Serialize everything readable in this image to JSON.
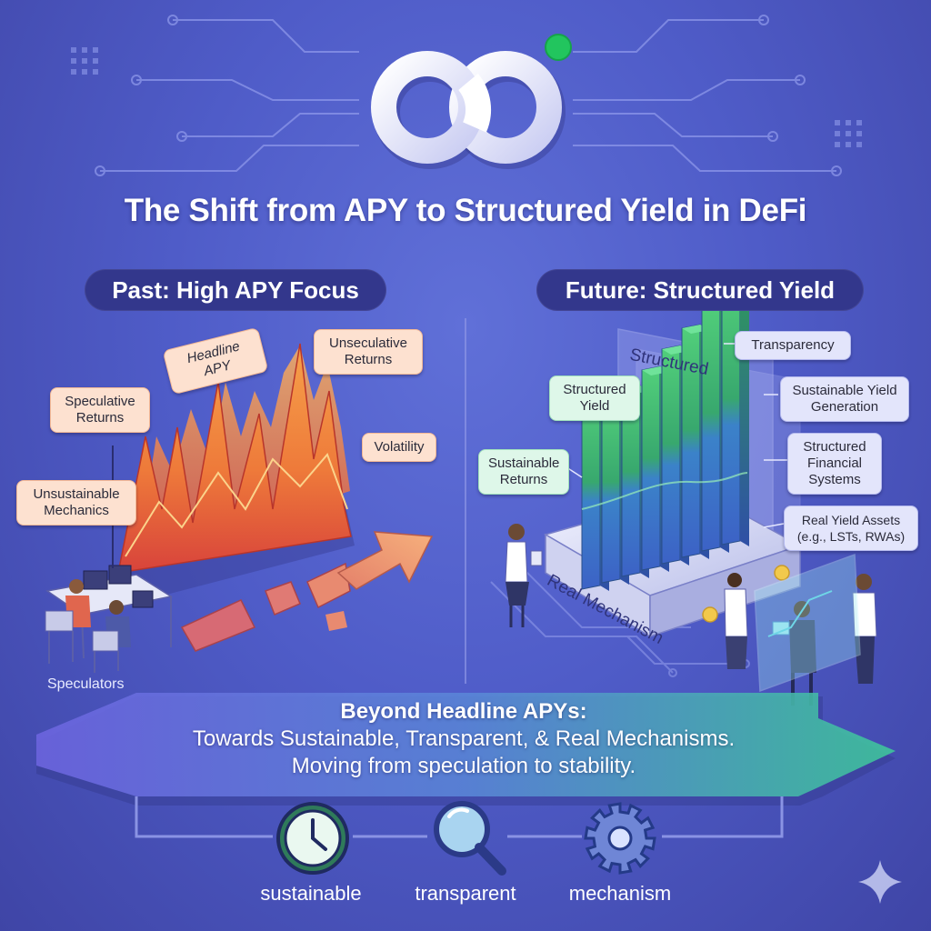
{
  "title": "The Shift from APY to Structured Yield in DeFi",
  "past": {
    "heading": "Past: High APY Focus",
    "callouts": [
      {
        "id": "headline-apy",
        "text": "Headline APY"
      },
      {
        "id": "unseculative-returns",
        "text": "Unseculative Returns"
      },
      {
        "id": "speculative-returns",
        "text": "Speculative Returns"
      },
      {
        "id": "volatility",
        "text": "Volatility"
      },
      {
        "id": "unsustainable-mechanics",
        "text": "Unsustainable Mechanics"
      }
    ],
    "speculators_label": "Speculators"
  },
  "future": {
    "heading": "Future: Structured Yield",
    "panel_label": "Structured",
    "platform_label": "Real Mechanism",
    "callouts": [
      {
        "id": "transparency",
        "text": "Transparency"
      },
      {
        "id": "structured-yield",
        "text": "Structured Yield"
      },
      {
        "id": "sustainable-yield-generation",
        "text": "Sustainable Yield Generation"
      },
      {
        "id": "sustainable-returns",
        "text": "Sustainable Returns"
      },
      {
        "id": "structured-financial-systems",
        "text": "Structured Financial Systems"
      },
      {
        "id": "real-yield-assets",
        "text": "Real Yield Assets (e.g., LSTs, RWAs)"
      }
    ]
  },
  "banner": {
    "line1": "Beyond Headline APYs:",
    "line2": "Towards Sustainable, Transparent, & Real Mechanisms.",
    "line3": "Moving from speculation to stability."
  },
  "pillars": [
    {
      "label": "sustainable",
      "icon": "clock-icon"
    },
    {
      "label": "transparent",
      "icon": "magnifier-icon"
    },
    {
      "label": "mechanism",
      "icon": "gear-icon"
    }
  ],
  "colors": {
    "background": "#4f5cc8",
    "pill": "#33378c",
    "logo_dot": "#22c55e",
    "spike_orange": "#f08a3c",
    "spike_red": "#d9483a",
    "bar_green": "#3fbf6b",
    "bar_blue": "#3d6fd1",
    "banner_purple": "#7a74e8",
    "banner_teal": "#3fc49a"
  }
}
